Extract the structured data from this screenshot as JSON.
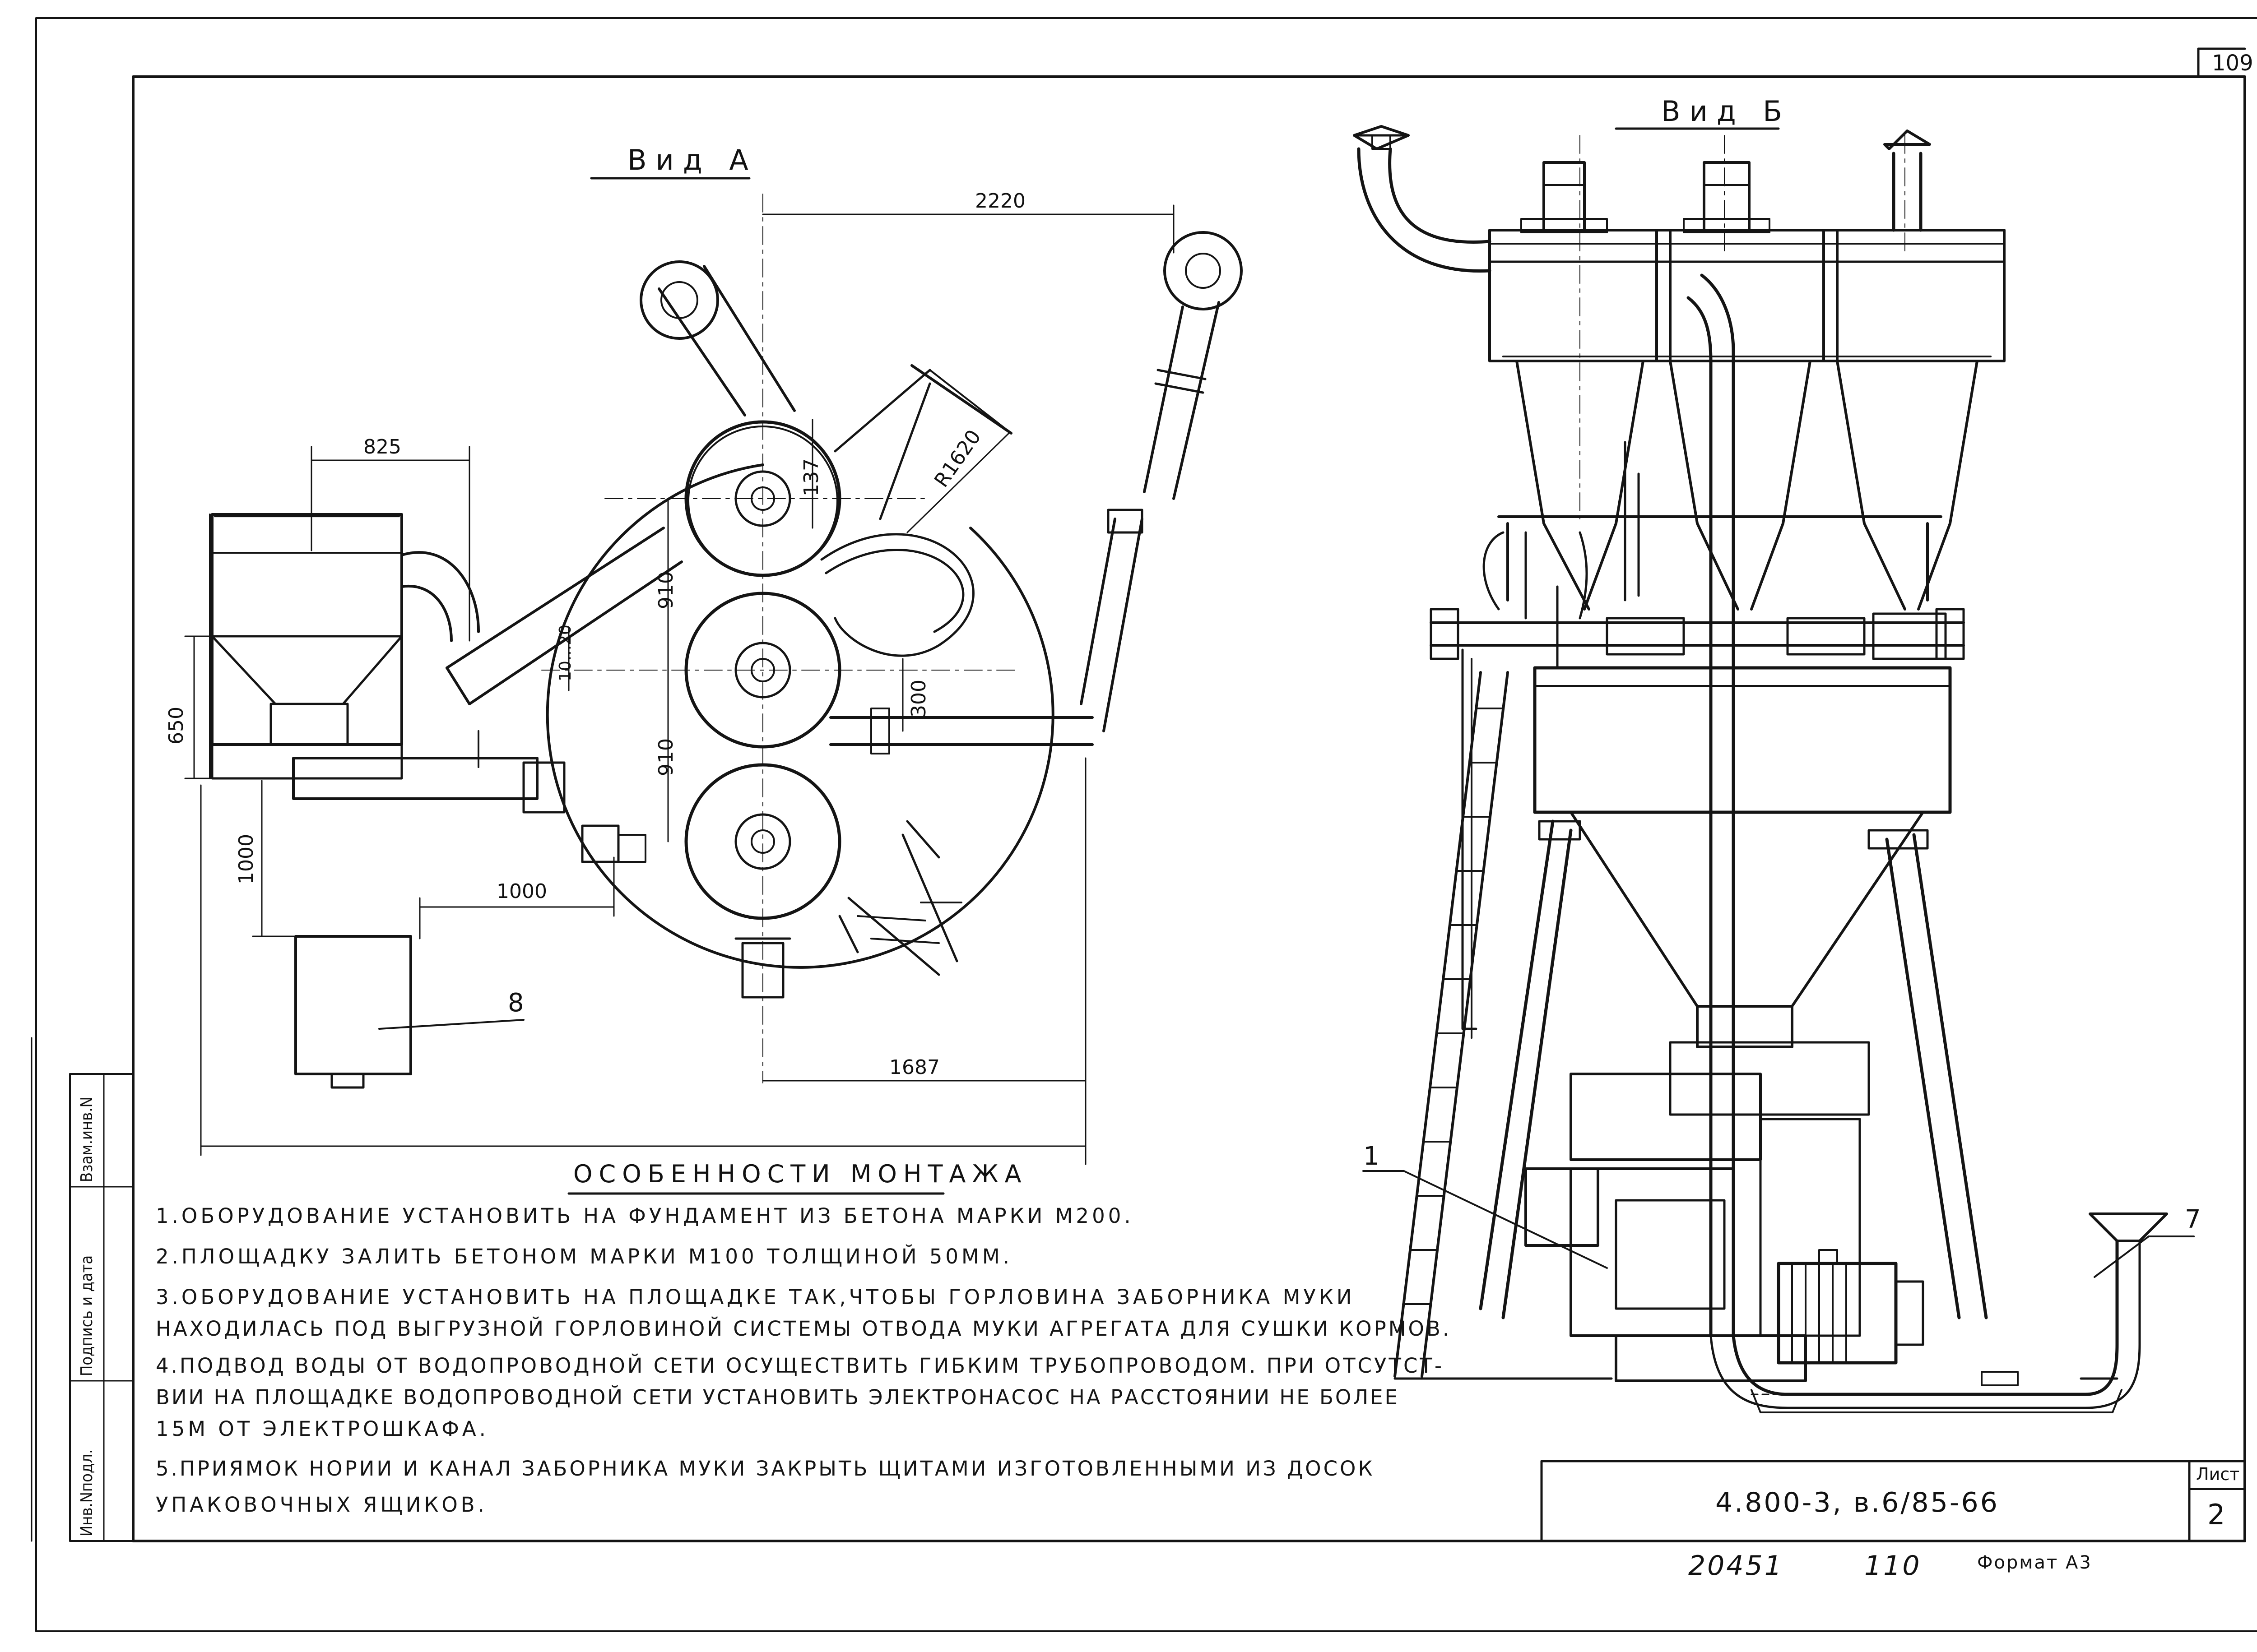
{
  "sheet_number": "109",
  "view_a": {
    "title": "Вид А",
    "dims": {
      "d2220": "2220",
      "d825": "825",
      "d137": "137",
      "r1620": "R1620",
      "d910a": "910",
      "d910b": "910",
      "d10_20": "10...20",
      "d300": "300",
      "d650": "650",
      "d1000v": "1000",
      "d1000h": "1000",
      "d1687": "1687"
    },
    "callout_8": "8"
  },
  "view_b": {
    "title": "Вид Б",
    "callout_1": "1",
    "callout_7": "7"
  },
  "notes": {
    "title": "Особенности монтажа",
    "lines": [
      "1.Оборудование установить на фундамент из бетона марки  М200.",
      "2.Площадку залить бетоном марки  М100  толщиной  50мм.",
      "3.Оборудование установить на площадке так,чтобы горловина заборника муки",
      "находилась под выгрузной горловиной системы отвода муки агрегата для сушки кормов.",
      "4.Подвод воды от водопроводной сети осуществить гибким трубопроводом. При отсутст-",
      "вии на площадке водопроводной сети установить электронасос на расстоянии не более",
      "15м  от электрошкафа.",
      "5.Приямок нории и канал заборника муки закрыть щитами изготовленными из досок",
      "упаковочных ящиков."
    ]
  },
  "side_stamp": {
    "inv_podl": "Инв.Nподл.",
    "podpis": "Подпись и дата",
    "vzam": "Взам.инв.N"
  },
  "title_block": {
    "designation": "4.800-3,  в.6/85-66",
    "list_label": "Лист",
    "list_number": "2"
  },
  "footer": {
    "number1": "20451",
    "number2": "110",
    "format": "Формат А3"
  }
}
